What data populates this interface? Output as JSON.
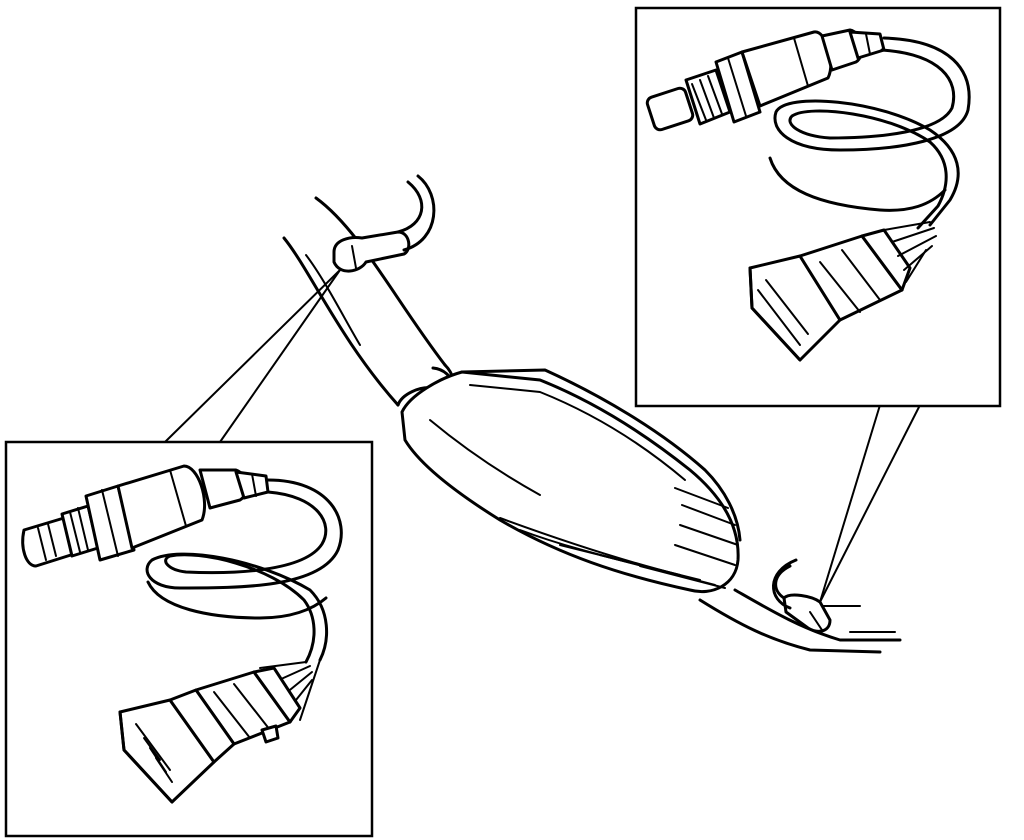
{
  "diagram": {
    "components": [
      {
        "id": "exhaust-pipe",
        "icon": "exhaust-pipe-drawing"
      },
      {
        "id": "catalytic-converter",
        "icon": "catalytic-converter-drawing"
      },
      {
        "id": "upstream-oxygen-sensor",
        "icon": "oxygen-sensor-drawing"
      },
      {
        "id": "downstream-oxygen-sensor",
        "icon": "oxygen-sensor-drawing"
      },
      {
        "id": "sensor-connector-left",
        "icon": "electrical-connector-drawing"
      },
      {
        "id": "sensor-connector-right",
        "icon": "electrical-connector-drawing"
      }
    ],
    "insets": [
      {
        "id": "inset-left",
        "points_to": "upstream-oxygen-sensor"
      },
      {
        "id": "inset-right",
        "points_to": "downstream-oxygen-sensor"
      }
    ],
    "line_color": "#000000",
    "background_color": "#ffffff"
  }
}
